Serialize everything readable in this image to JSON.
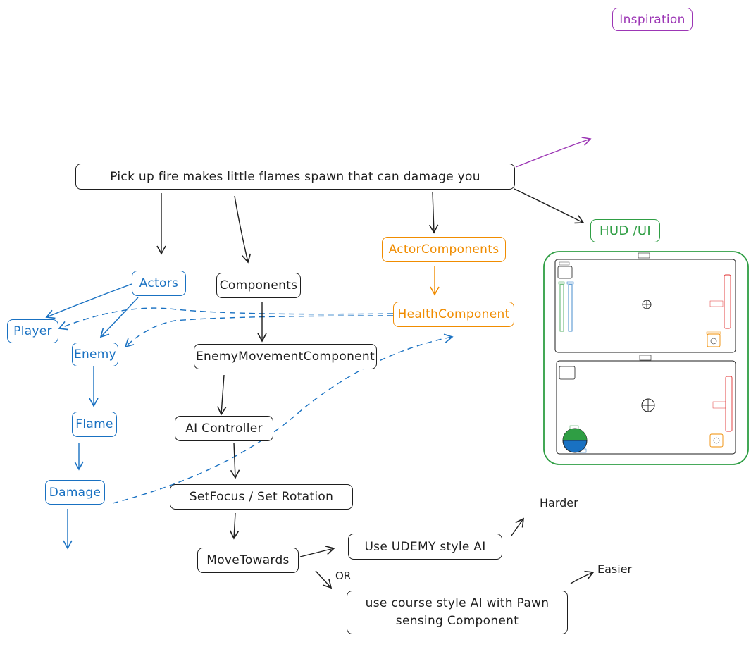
{
  "colors": {
    "ink": "#1e1e1e",
    "blue": "#1971c2",
    "orange": "#f08c00",
    "green": "#2f9e44",
    "purple": "#9c36b5",
    "red": "#e03131"
  },
  "nodes": {
    "inspiration": "Inspiration",
    "main_idea": "Pick up fire makes little flames spawn that can damage you",
    "hud_ui": "HUD /UI",
    "actors": "Actors",
    "player": "Player",
    "enemy": "Enemy",
    "flame": "Flame",
    "damage": "Damage",
    "components": "Components",
    "enemy_movement_component": "EnemyMovementComponent",
    "ai_controller": "AI Controller",
    "set_focus": "SetFocus / Set Rotation",
    "move_towards": "MoveTowards",
    "actor_components": "ActorComponents",
    "health_component": "HealthComponent",
    "udemy_ai": "Use UDEMY style AI",
    "course_ai_line1": "use course style AI with Pawn",
    "course_ai_line2": "sensing Component"
  },
  "labels": {
    "harder": "Harder",
    "easier": "Easier",
    "or": "OR"
  },
  "hud_mockup": {
    "icons": [
      "crosshair-icon",
      "minimap-icon"
    ]
  }
}
